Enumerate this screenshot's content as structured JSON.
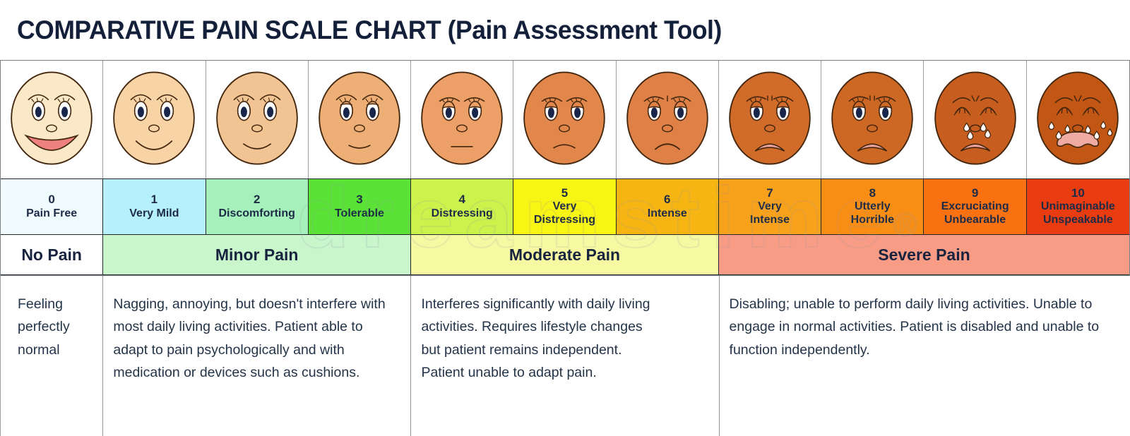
{
  "title": "COMPARATIVE PAIN SCALE CHART (Pain Assessment Tool)",
  "watermark": {
    "text": "dreamstime",
    "registered": "®"
  },
  "colors": {
    "title_text": "#14203a",
    "label_text": "#1d2b47",
    "category_text": "#17233f",
    "description_text": "#243448",
    "grid_border_dark": "#23262b",
    "grid_border_light": "#9aa0a6"
  },
  "scale": {
    "levels": [
      {
        "value": "0",
        "label": "Pain Free",
        "bg": "#f0fbfe",
        "face": {
          "icon": "face-big-smile-icon",
          "skin": "#fbe8c7",
          "eyes": "open",
          "brows": "raised",
          "crease": "none",
          "mouth": "open-smile",
          "mouth_fill": "#ee8080",
          "tears": 0
        }
      },
      {
        "value": "1",
        "label": "Very Mild",
        "bg": "#b6f0fa",
        "face": {
          "icon": "face-smile-icon",
          "skin": "#f8d3a5",
          "eyes": "open",
          "brows": "raised",
          "crease": "none",
          "mouth": "smile",
          "mouth_fill": "",
          "tears": 0
        }
      },
      {
        "value": "2",
        "label": "Discomforting",
        "bg": "#a6f1bb",
        "face": {
          "icon": "face-soft-smile-icon",
          "skin": "#f2c493",
          "eyes": "open",
          "brows": "raised",
          "crease": "none",
          "mouth": "smile-medium",
          "mouth_fill": "",
          "tears": 0
        }
      },
      {
        "value": "3",
        "label": "Tolerable",
        "bg": "#5ae336",
        "face": {
          "icon": "face-content-icon",
          "skin": "#eeaf76",
          "eyes": "lidded",
          "brows": "raised",
          "crease": "none",
          "mouth": "smile-slight",
          "mouth_fill": "",
          "tears": 0
        }
      },
      {
        "value": "4",
        "label": "Distressing",
        "bg": "#ccf24c",
        "face": {
          "icon": "face-neutral-icon",
          "skin": "#ec9f66",
          "eyes": "droopy",
          "brows": "droopy",
          "crease": "none",
          "mouth": "flat",
          "mouth_fill": "",
          "tears": 0
        }
      },
      {
        "value": "5",
        "label": "Very\nDistressing",
        "bg": "#f8f414",
        "face": {
          "icon": "face-slight-frown-icon",
          "skin": "#e2874b",
          "eyes": "droopy",
          "brows": "droopy",
          "crease": "none",
          "mouth": "frown-slight",
          "mouth_fill": "",
          "tears": 0
        }
      },
      {
        "value": "6",
        "label": "Intense",
        "bg": "#f6b513",
        "face": {
          "icon": "face-frown-icon",
          "skin": "#df8147",
          "eyes": "droopy",
          "brows": "worried",
          "crease": "single",
          "mouth": "frown",
          "mouth_fill": "",
          "tears": 0
        }
      },
      {
        "value": "7",
        "label": "Very\nIntense",
        "bg": "#f8a21b",
        "face": {
          "icon": "face-open-frown-icon",
          "skin": "#d16b29",
          "eyes": "droopy",
          "brows": "worried",
          "crease": "double",
          "mouth": "open-frown",
          "mouth_fill": "#eda29b",
          "tears": 0
        }
      },
      {
        "value": "8",
        "label": "Utterly\nHorrible",
        "bg": "#f98e15",
        "face": {
          "icon": "face-open-frown-icon",
          "skin": "#cd6724",
          "eyes": "droopy",
          "brows": "worried",
          "crease": "double",
          "mouth": "open-frown",
          "mouth_fill": "#eda29b",
          "tears": 0
        }
      },
      {
        "value": "9",
        "label": "Excruciating\nUnbearable",
        "bg": "#fa7112",
        "face": {
          "icon": "face-crying-icon",
          "skin": "#c75e1f",
          "eyes": "closed",
          "brows": "knitted",
          "crease": "angled",
          "mouth": "open-frown",
          "mouth_fill": "#f0a09a",
          "tears": 4
        }
      },
      {
        "value": "10",
        "label": "Unimaginable\nUnspeakable",
        "bg": "#e93c10",
        "face": {
          "icon": "face-wailing-icon",
          "skin": "#c25614",
          "eyes": "closed",
          "brows": "knitted",
          "crease": "angled",
          "mouth": "wail",
          "mouth_fill": "#efaaa4",
          "tears": 7
        }
      }
    ]
  },
  "categories": [
    {
      "label": "No Pain",
      "bg": "#ffffff",
      "span": 1
    },
    {
      "label": "Minor Pain",
      "bg": "#c9f6cb",
      "span": 3
    },
    {
      "label": "Moderate Pain",
      "bg": "#f6f9a2",
      "span": 3
    },
    {
      "label": "Severe Pain",
      "bg": "#f89c86",
      "span": 4
    }
  ],
  "descriptions": [
    {
      "text": "Feeling perfectly normal",
      "span": 1
    },
    {
      "text": "Nagging, annoying, but doesn't interfere with most daily living activities. Patient able to adapt to pain psychologically and with medication or devices such as cushions.",
      "span": 3
    },
    {
      "text": "Interferes significantly with daily living activities. Requires lifestyle changes but patient remains independent. Patient unable to adapt pain.",
      "span": 3
    },
    {
      "text": "Disabling; unable to perform daily living activities. Unable to engage in normal activities. Patient is disabled and unable to function independently.",
      "span": 4
    }
  ]
}
